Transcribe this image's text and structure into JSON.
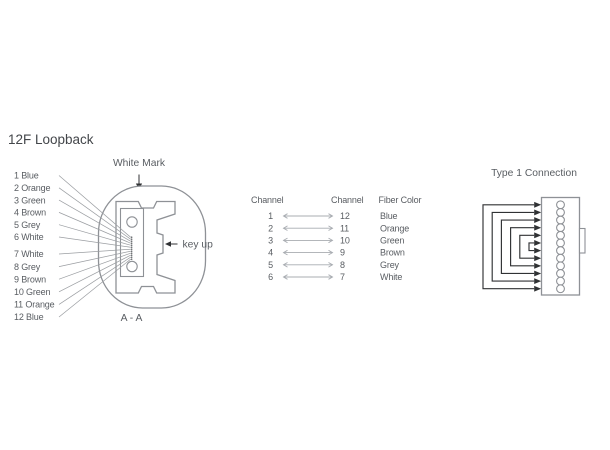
{
  "page": {
    "title": "12F Loopback",
    "background": "#ffffff"
  },
  "left_diagram": {
    "white_mark_label": "White Mark",
    "key_up_label": "key up",
    "section_label": "A - A",
    "fiber_labels": [
      "1 Blue",
      "2 Orange",
      "3 Green",
      "4 Brown",
      "5 Grey",
      "6 White",
      "7 White",
      "8 Grey",
      "9 Brown",
      "10 Green",
      "11 Orange",
      "12 Blue"
    ]
  },
  "channel_table": {
    "headers": [
      "Channel",
      "Channel",
      "Fiber Color"
    ],
    "rows": [
      {
        "from": "1",
        "to": "12",
        "color": "Blue"
      },
      {
        "from": "2",
        "to": "11",
        "color": "Orange"
      },
      {
        "from": "3",
        "to": "10",
        "color": "Green"
      },
      {
        "from": "4",
        "to": "9",
        "color": "Brown"
      },
      {
        "from": "5",
        "to": "8",
        "color": "Grey"
      },
      {
        "from": "6",
        "to": "7",
        "color": "White"
      }
    ]
  },
  "right_diagram": {
    "title": "Type 1 Connection",
    "fiber_count": 12,
    "loop_pairs": [
      [
        1,
        12
      ],
      [
        2,
        11
      ],
      [
        3,
        10
      ],
      [
        4,
        9
      ],
      [
        5,
        8
      ],
      [
        6,
        7
      ]
    ]
  },
  "colors": {
    "drawing_line": "#8e9196",
    "dark_line": "#303234",
    "text": "#595d62",
    "title_text": "#43464a",
    "table_arrow": "#a8acb1",
    "background": "#ffffff"
  }
}
